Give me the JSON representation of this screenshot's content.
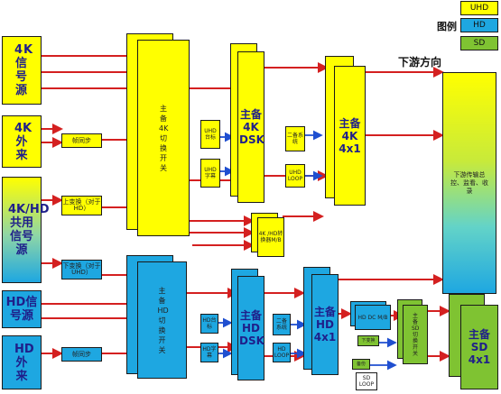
{
  "legend": {
    "title": "图例",
    "uhd": "UHD",
    "hd": "HD",
    "sd": "SD",
    "colors": {
      "uhd": "#ffff00",
      "hd": "#1ea7e1",
      "sd": "#7fc332"
    }
  },
  "direction_label": "下游方向",
  "sources": {
    "src_4k": "4K信号源",
    "ext_4k": "4K外来",
    "shared": "4K/HD共用信号源",
    "src_hd": "HD信号源",
    "ext_hd": "HD外来"
  },
  "converters": {
    "frame_sync_1": "帧同步",
    "upconv": "上变换（对于HD）",
    "downconv": "下变换（对于UHD）",
    "frame_sync_2": "帧同步",
    "conv_4k_hd": "4K /HD转换器M/B",
    "hd_dc": "HD DC M/B"
  },
  "switchers": {
    "sw_4k": "主备4K切换开关",
    "sw_hd": "主备HD切换开关",
    "sw_sd": "主备SD切换开关"
  },
  "dsk": {
    "dsk_4k": "主备4K DSK",
    "dsk_hd": "主备HD DSK",
    "uhd_logo": "UHD台标",
    "uhd_caption": "UHD字幕",
    "hd_logo": "HD台标",
    "hd_caption": "HD字幕"
  },
  "mux": {
    "m4k": "主备4K 4x1",
    "mhd": "主备HD 4x1",
    "msd": "主备SD 4x1",
    "secondary_4k": "二备系统",
    "uhd_loop": "UHD LOOP",
    "secondary_hd": "二备系统",
    "hd_loop": "HD LOOP",
    "sd_loop": "SD LOOP",
    "sd_small_1": "下变换",
    "sd_small_2": "备份"
  },
  "downstream": "下游传输总控、监看、收录"
}
